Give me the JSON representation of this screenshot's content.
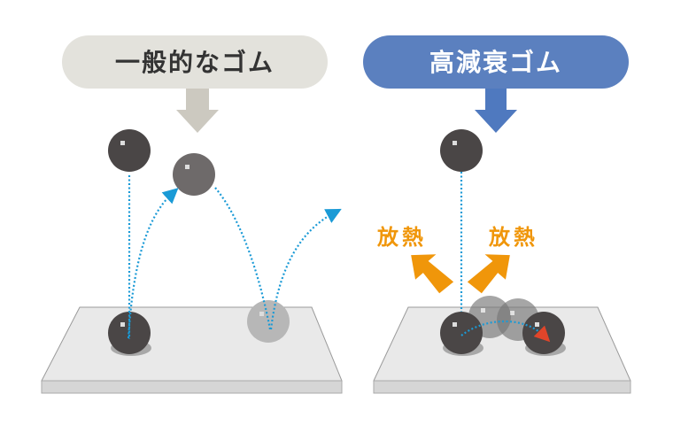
{
  "left_panel": {
    "title": "一般的なゴム",
    "pill_color": "#e3e2dc",
    "arrow_color": "#ccc9c0"
  },
  "right_panel": {
    "title": "高減衰ゴム",
    "pill_color": "#5b80bf",
    "arrow_color": "#4f79bf",
    "heat_label_left": "放熱",
    "heat_label_right": "放熱",
    "heat_color": "#f0960a"
  },
  "colors": {
    "ball": "#4a4646",
    "path": "#1a9ad6",
    "end_arrow": "#e0452a"
  }
}
